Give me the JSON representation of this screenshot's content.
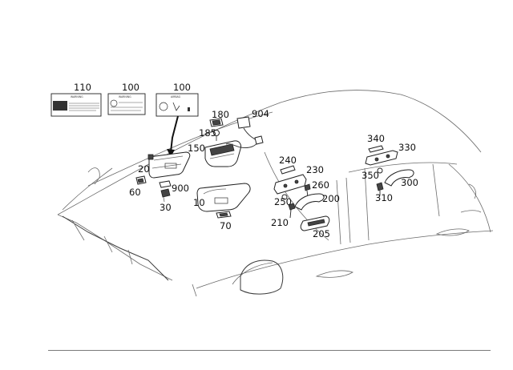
{
  "callouts": {
    "c110": "110",
    "c100a": "100",
    "c100b": "100",
    "c180": "180",
    "c904": "904",
    "c185": "185",
    "c150": "150",
    "c20": "20",
    "c60": "60",
    "c900": "900",
    "c30": "30",
    "c10": "10",
    "c70": "70",
    "c240": "240",
    "c230": "230",
    "c260": "260",
    "c250": "250",
    "c200": "200",
    "c210": "210",
    "c205": "205",
    "c340": "340",
    "c330": "330",
    "c350": "350",
    "c300": "300",
    "c310": "310"
  },
  "labels": {
    "warning": "WARNING",
    "airbag": "AIRBAG"
  }
}
